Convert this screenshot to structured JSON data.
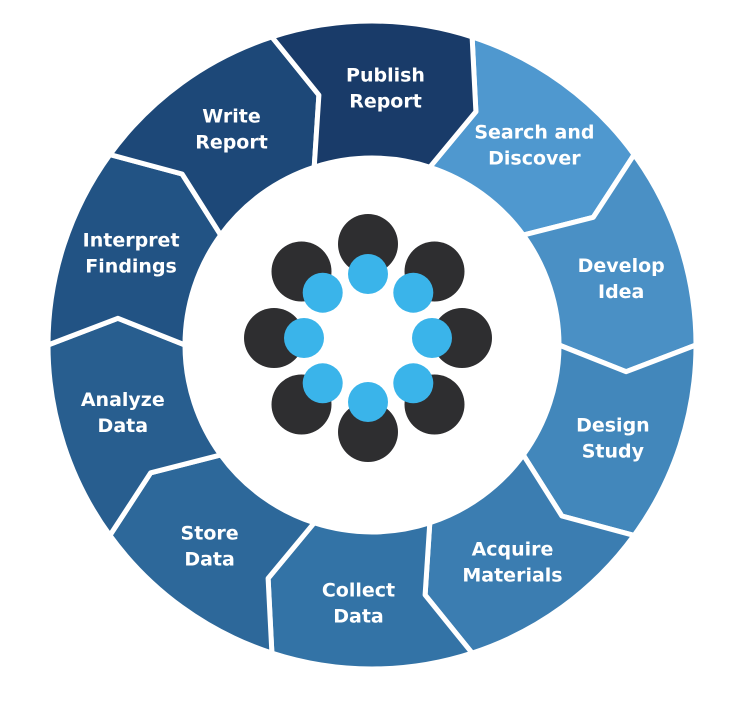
{
  "diagram": {
    "segments": [
      {
        "id": "search",
        "lines": [
          "Search and",
          "Discover"
        ],
        "color": "#4f98cf"
      },
      {
        "id": "develop",
        "lines": [
          "Develop",
          "Idea"
        ],
        "color": "#4a90c5"
      },
      {
        "id": "design",
        "lines": [
          "Design",
          "Study"
        ],
        "color": "#4287bb"
      },
      {
        "id": "acquire",
        "lines": [
          "Acquire",
          "Materials"
        ],
        "color": "#3b7db1"
      },
      {
        "id": "collect",
        "lines": [
          "Collect",
          "Data"
        ],
        "color": "#3373a6"
      },
      {
        "id": "store",
        "lines": [
          "Store",
          "Data"
        ],
        "color": "#2d689a"
      },
      {
        "id": "analyze",
        "lines": [
          "Analyze",
          "Data"
        ],
        "color": "#285e8f"
      },
      {
        "id": "interpret",
        "lines": [
          "Interpret",
          "Findings"
        ],
        "color": "#225384"
      },
      {
        "id": "write",
        "lines": [
          "Write",
          "Report"
        ],
        "color": "#1d4878"
      },
      {
        "id": "publish",
        "lines": [
          "Publish",
          "Report"
        ],
        "color": "#193b69"
      }
    ],
    "logo": {
      "dark_color": "#2e2e30",
      "light_color": "#3ab4ea"
    }
  }
}
